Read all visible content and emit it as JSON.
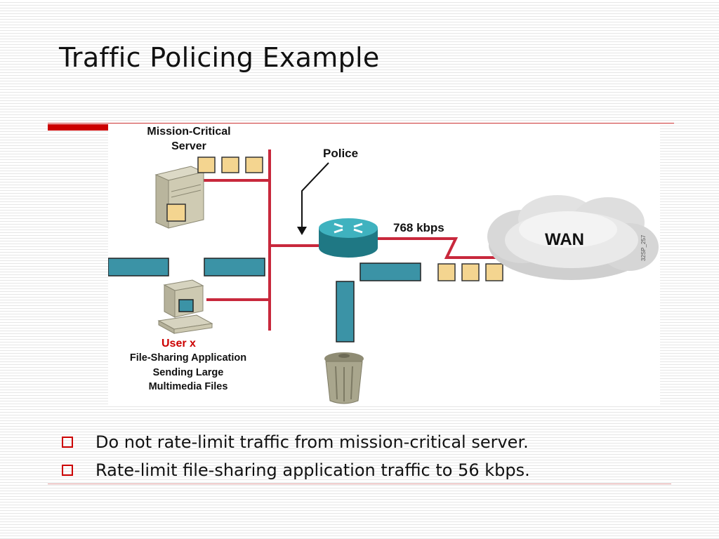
{
  "slide": {
    "title": "Traffic Policing Example",
    "bullets": [
      "Do not rate-limit traffic from mission-critical server.",
      "Rate-limit file-sharing application traffic to 56 kbps."
    ]
  },
  "diagram": {
    "server_label": "Mission-Critical\nServer",
    "police_label": "Police",
    "link_speed": "768 kbps",
    "wan_label": "WAN",
    "user_label": "User x",
    "user_description": "File-Sharing Application\nSending Large\nMultimedia Files",
    "figure_id": "32SP_257",
    "icons": [
      "server-icon",
      "workstation-icon",
      "router-icon",
      "wan-cloud-icon",
      "trash-can-icon"
    ],
    "colors": {
      "accent": "#cc0000",
      "link": "#c8283c",
      "small_packet": "#f4d590",
      "large_packet": "#3b93a6",
      "router": "#2e8f9a"
    }
  }
}
